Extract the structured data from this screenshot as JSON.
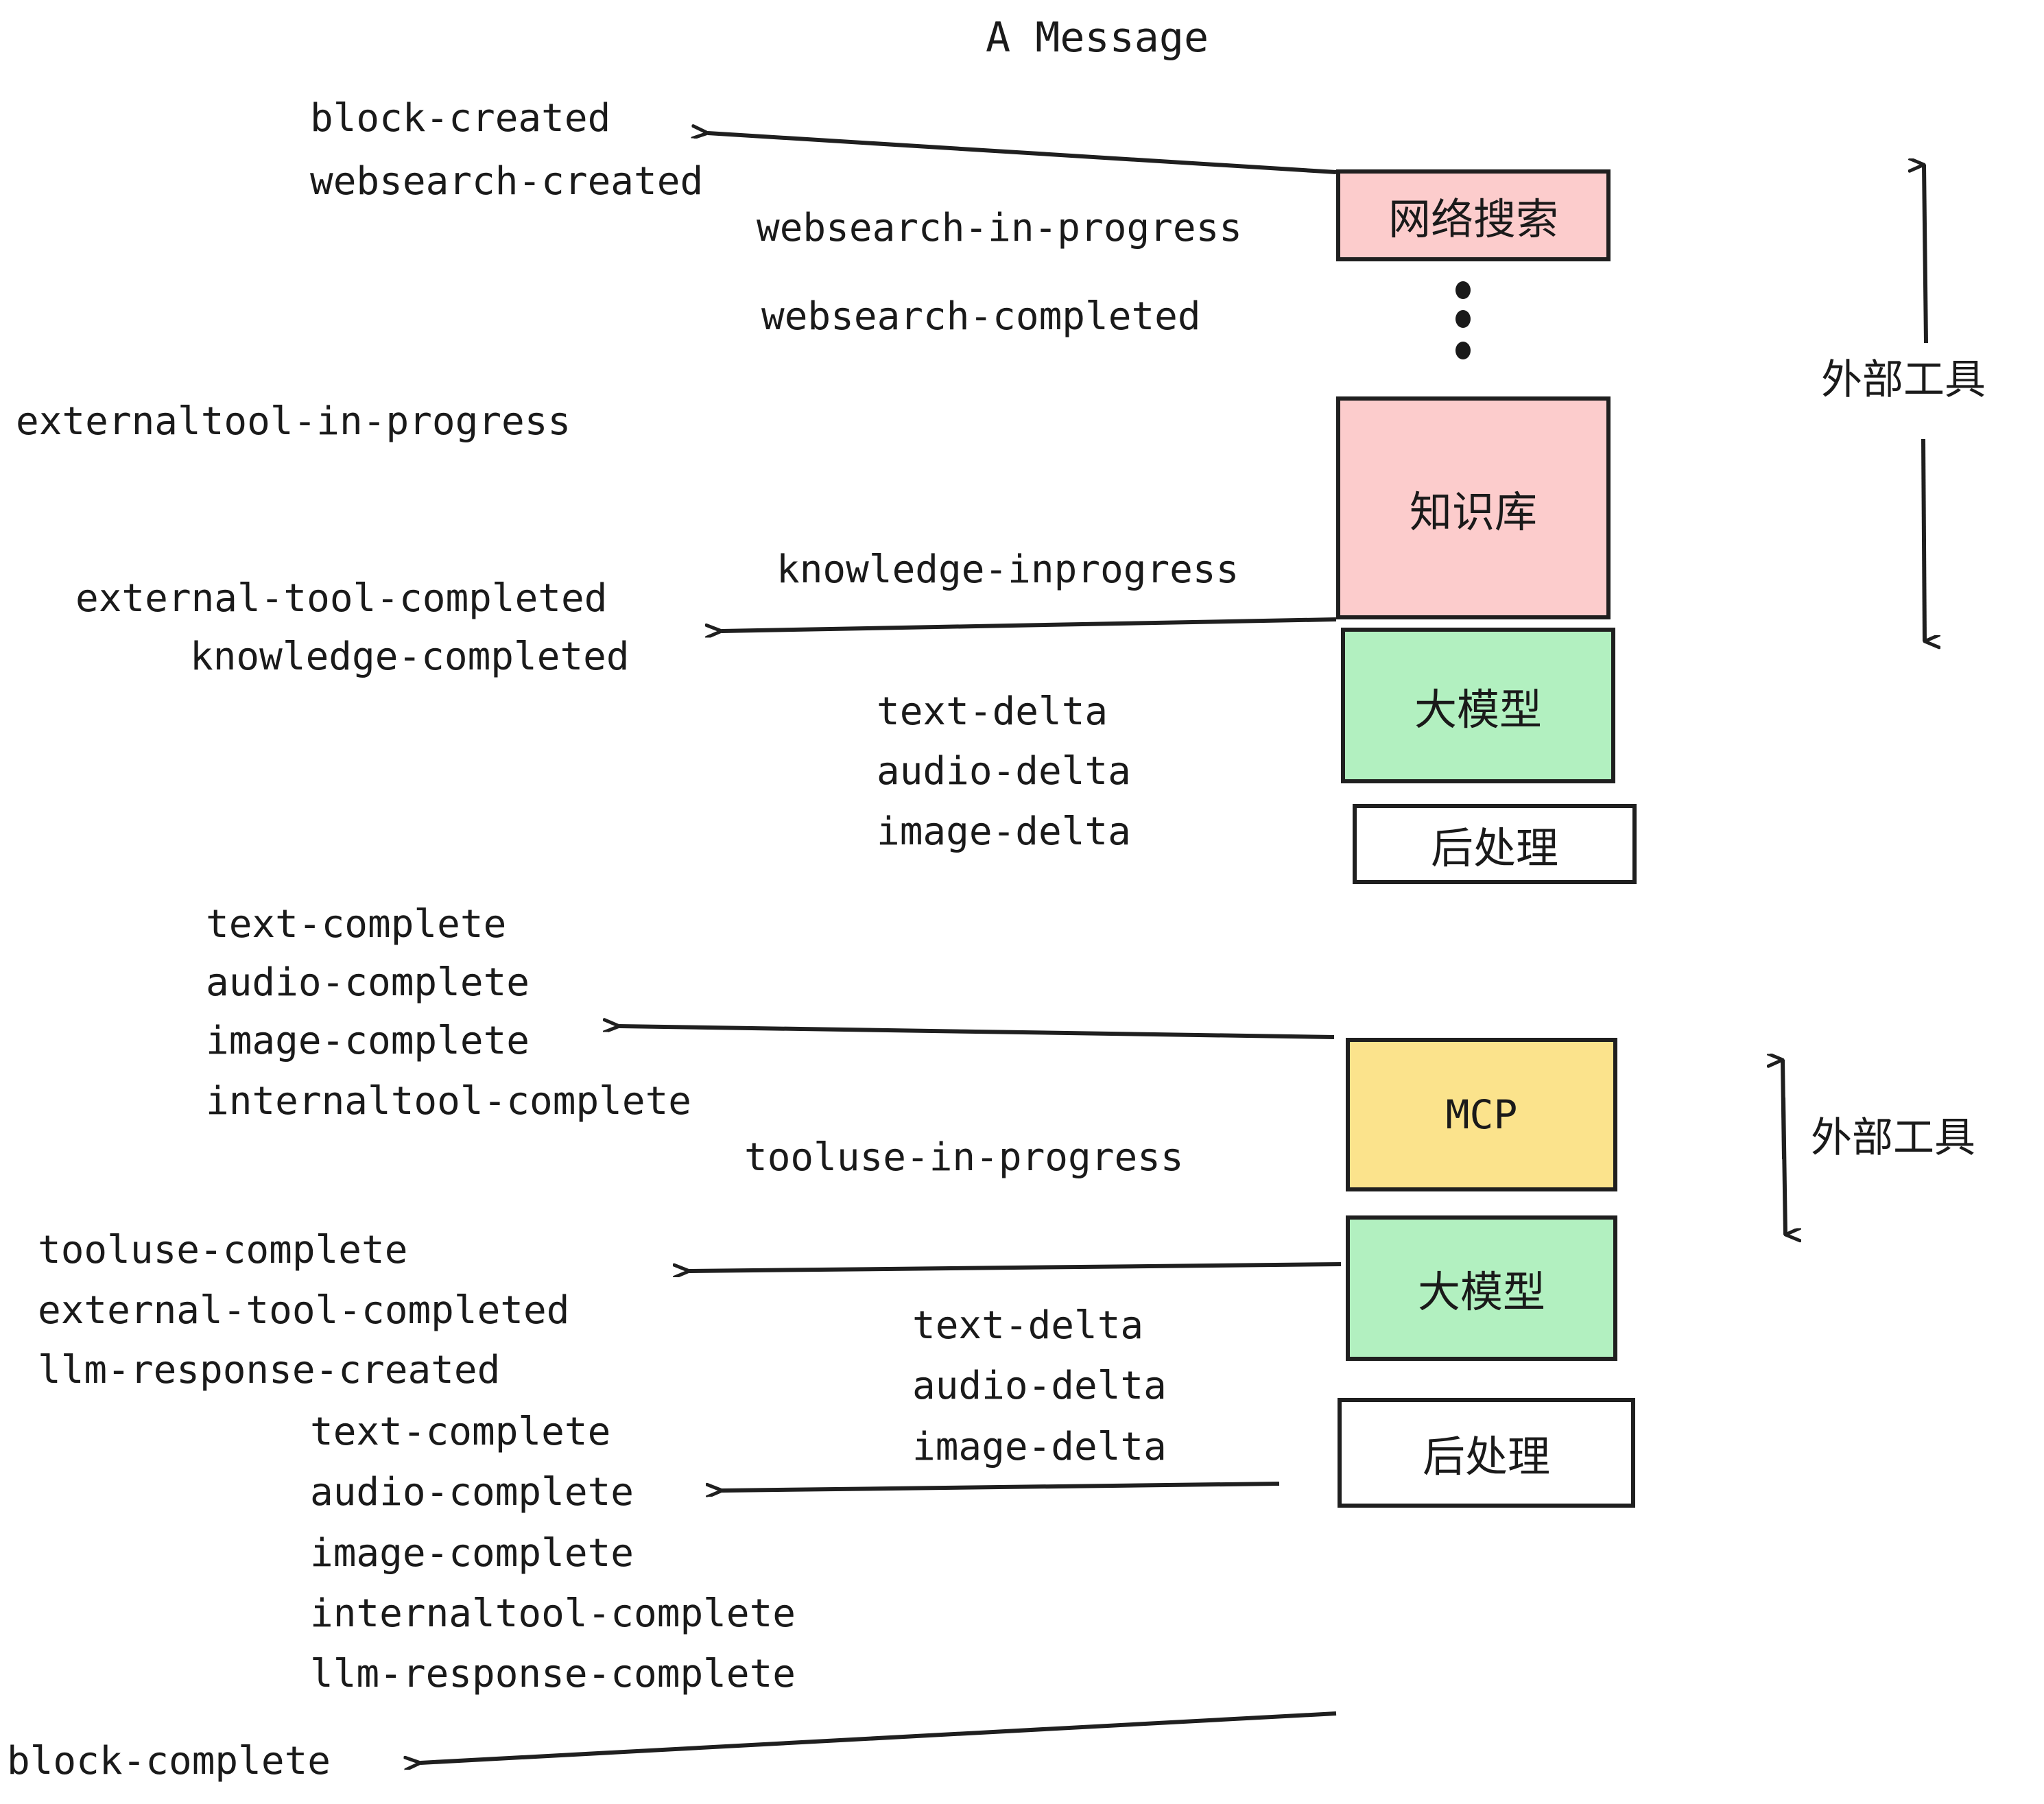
{
  "title": "A Message",
  "palette": {
    "pink": "#fccccc",
    "green": "#b2f0c0",
    "yellow": "#fbe38c",
    "white": "#ffffff",
    "stroke": "#1f1f1f",
    "text": "#1a1a1a",
    "background": "#ffffff"
  },
  "boxes": [
    {
      "id": "websearch",
      "label": "网络搜索",
      "fill": "pink"
    },
    {
      "id": "knowledge-base",
      "label": "知识库",
      "fill": "pink"
    },
    {
      "id": "llm-1",
      "label": "大模型",
      "fill": "green"
    },
    {
      "id": "postprocess-1",
      "label": "后处理",
      "fill": "white"
    },
    {
      "id": "mcp",
      "label": "MCP",
      "fill": "yellow"
    },
    {
      "id": "llm-2",
      "label": "大模型",
      "fill": "green"
    },
    {
      "id": "postprocess-2",
      "label": "后处理",
      "fill": "white"
    }
  ],
  "side_labels": [
    {
      "id": "external-tools-top",
      "text": "外部工具"
    },
    {
      "id": "external-tools-bottom",
      "text": "外部工具"
    }
  ],
  "events": [
    {
      "id": "block-created",
      "text": "block-created"
    },
    {
      "id": "websearch-created",
      "text": "websearch-created"
    },
    {
      "id": "websearch-in-progress",
      "text": "websearch-in-progress"
    },
    {
      "id": "websearch-completed",
      "text": "websearch-completed"
    },
    {
      "id": "externaltool-in-progress",
      "text": "externaltool-in-progress"
    },
    {
      "id": "knowledge-inprogress",
      "text": "knowledge-inprogress"
    },
    {
      "id": "external-tool-completed-1",
      "text": "external-tool-completed"
    },
    {
      "id": "knowledge-completed",
      "text": "knowledge-completed"
    },
    {
      "id": "text-delta-1",
      "text": "text-delta"
    },
    {
      "id": "audio-delta-1",
      "text": "audio-delta"
    },
    {
      "id": "image-delta-1",
      "text": "image-delta"
    },
    {
      "id": "text-complete-1",
      "text": "text-complete"
    },
    {
      "id": "audio-complete-1",
      "text": "audio-complete"
    },
    {
      "id": "image-complete-1",
      "text": "image-complete"
    },
    {
      "id": "internaltool-complete-1",
      "text": "internaltool-complete"
    },
    {
      "id": "tooluse-in-progress",
      "text": "tooluse-in-progress"
    },
    {
      "id": "tooluse-complete",
      "text": "tooluse-complete"
    },
    {
      "id": "external-tool-completed-2",
      "text": "external-tool-completed"
    },
    {
      "id": "llm-response-created",
      "text": "llm-response-created"
    },
    {
      "id": "text-delta-2",
      "text": "text-delta"
    },
    {
      "id": "audio-delta-2",
      "text": "audio-delta"
    },
    {
      "id": "image-delta-2",
      "text": "image-delta"
    },
    {
      "id": "text-complete-2",
      "text": "text-complete"
    },
    {
      "id": "audio-complete-2",
      "text": "audio-complete"
    },
    {
      "id": "image-complete-2",
      "text": "image-complete"
    },
    {
      "id": "internaltool-complete-2",
      "text": "internaltool-complete"
    },
    {
      "id": "llm-response-complete",
      "text": "llm-response-complete"
    },
    {
      "id": "block-complete",
      "text": "block-complete"
    }
  ]
}
